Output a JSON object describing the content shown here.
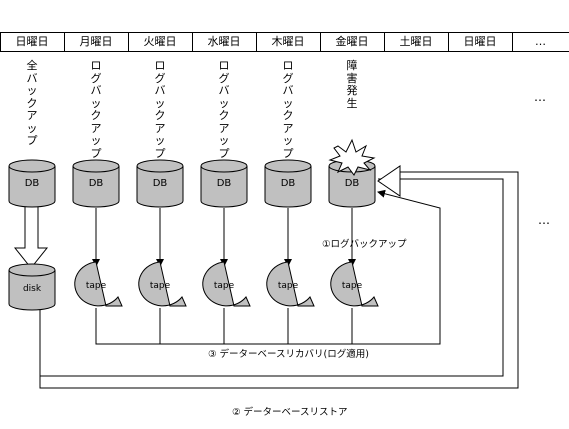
{
  "days": [
    {
      "label": "日曜日"
    },
    {
      "label": "月曜日"
    },
    {
      "label": "火曜日"
    },
    {
      "label": "水曜日"
    },
    {
      "label": "木曜日"
    },
    {
      "label": "金曜日"
    },
    {
      "label": "土曜日"
    },
    {
      "label": "日曜日"
    },
    {
      "label": "…"
    }
  ],
  "activities": [
    "全バックアップ",
    "ログバックアップ",
    "ログバックアップ",
    "ログバックアップ",
    "ログバックアップ",
    "障害発生"
  ],
  "ellipsis": "…",
  "db_label": "DB",
  "disk_label": "disk",
  "tape_label": "tape",
  "annotations": {
    "log_backup": "①ログバックアップ",
    "recovery": "③ データーベースリカバリ(ログ適用)",
    "restore": "② データーベースリストア"
  },
  "colors": {
    "fill": "#c0c0c0",
    "line": "#000000",
    "bg": "#ffffff"
  }
}
